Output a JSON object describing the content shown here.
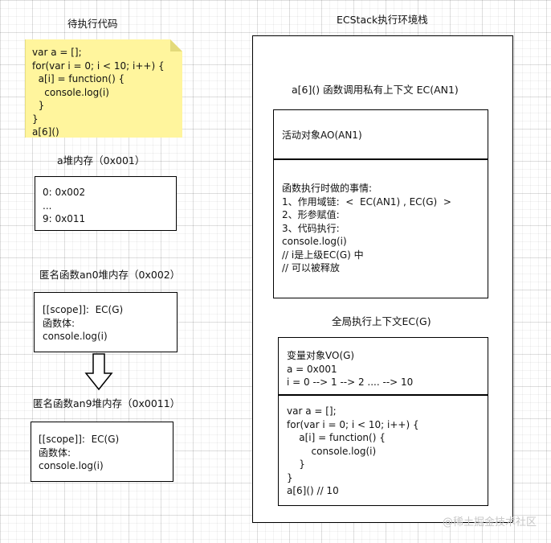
{
  "code_note": {
    "title": "待执行代码",
    "lines": [
      "var a = [];",
      "for(var i = 0; i < 10; i++) {",
      "  a[i] = function() {",
      "    console.log(i)",
      "  }",
      "}",
      "a[6]()"
    ],
    "color": "#fff59d"
  },
  "heap_a": {
    "title": "a堆内存（0x001）",
    "lines": [
      "0: 0x002",
      "...",
      "9: 0x011"
    ]
  },
  "heap_an0": {
    "title": "匿名函数an0堆内存（0x002）",
    "lines": [
      "[[scope]]:  EC(G)",
      "函数体:",
      "console.log(i)"
    ]
  },
  "heap_an9": {
    "title": "匿名函数an9堆内存（0x0011）",
    "lines": [
      "[[scope]]:  EC(G)",
      "函数体:",
      "console.log(i)"
    ]
  },
  "ecstack": {
    "title": "ECStack执行环境栈",
    "private_ec": {
      "title": "a[6]() 函数调用私有上下文 EC(AN1)",
      "ao_label": "活动对象AO(AN1)",
      "lines": [
        "函数执行时做的事情:",
        "1、作用域链:  <  EC(AN1) , EC(G)  >",
        "2、形参赋值:",
        "3、代码执行:",
        "console.log(i)",
        "// i是上级EC(G) 中",
        "// 可以被释放"
      ]
    },
    "global_ec": {
      "title": "全局执行上下文EC(G)",
      "vo_lines": [
        "变量对象VO(G)",
        "a = 0x001",
        "i = 0 --> 1 --> 2 .... --> 10"
      ],
      "code_lines": [
        "var a = [];",
        "for(var i = 0; i < 10; i++) {",
        "    a[i] = function() {",
        "        console.log(i)",
        "    }",
        "}",
        "a[6]() // 10"
      ]
    }
  },
  "watermark": "@稀土掘金技术社区"
}
